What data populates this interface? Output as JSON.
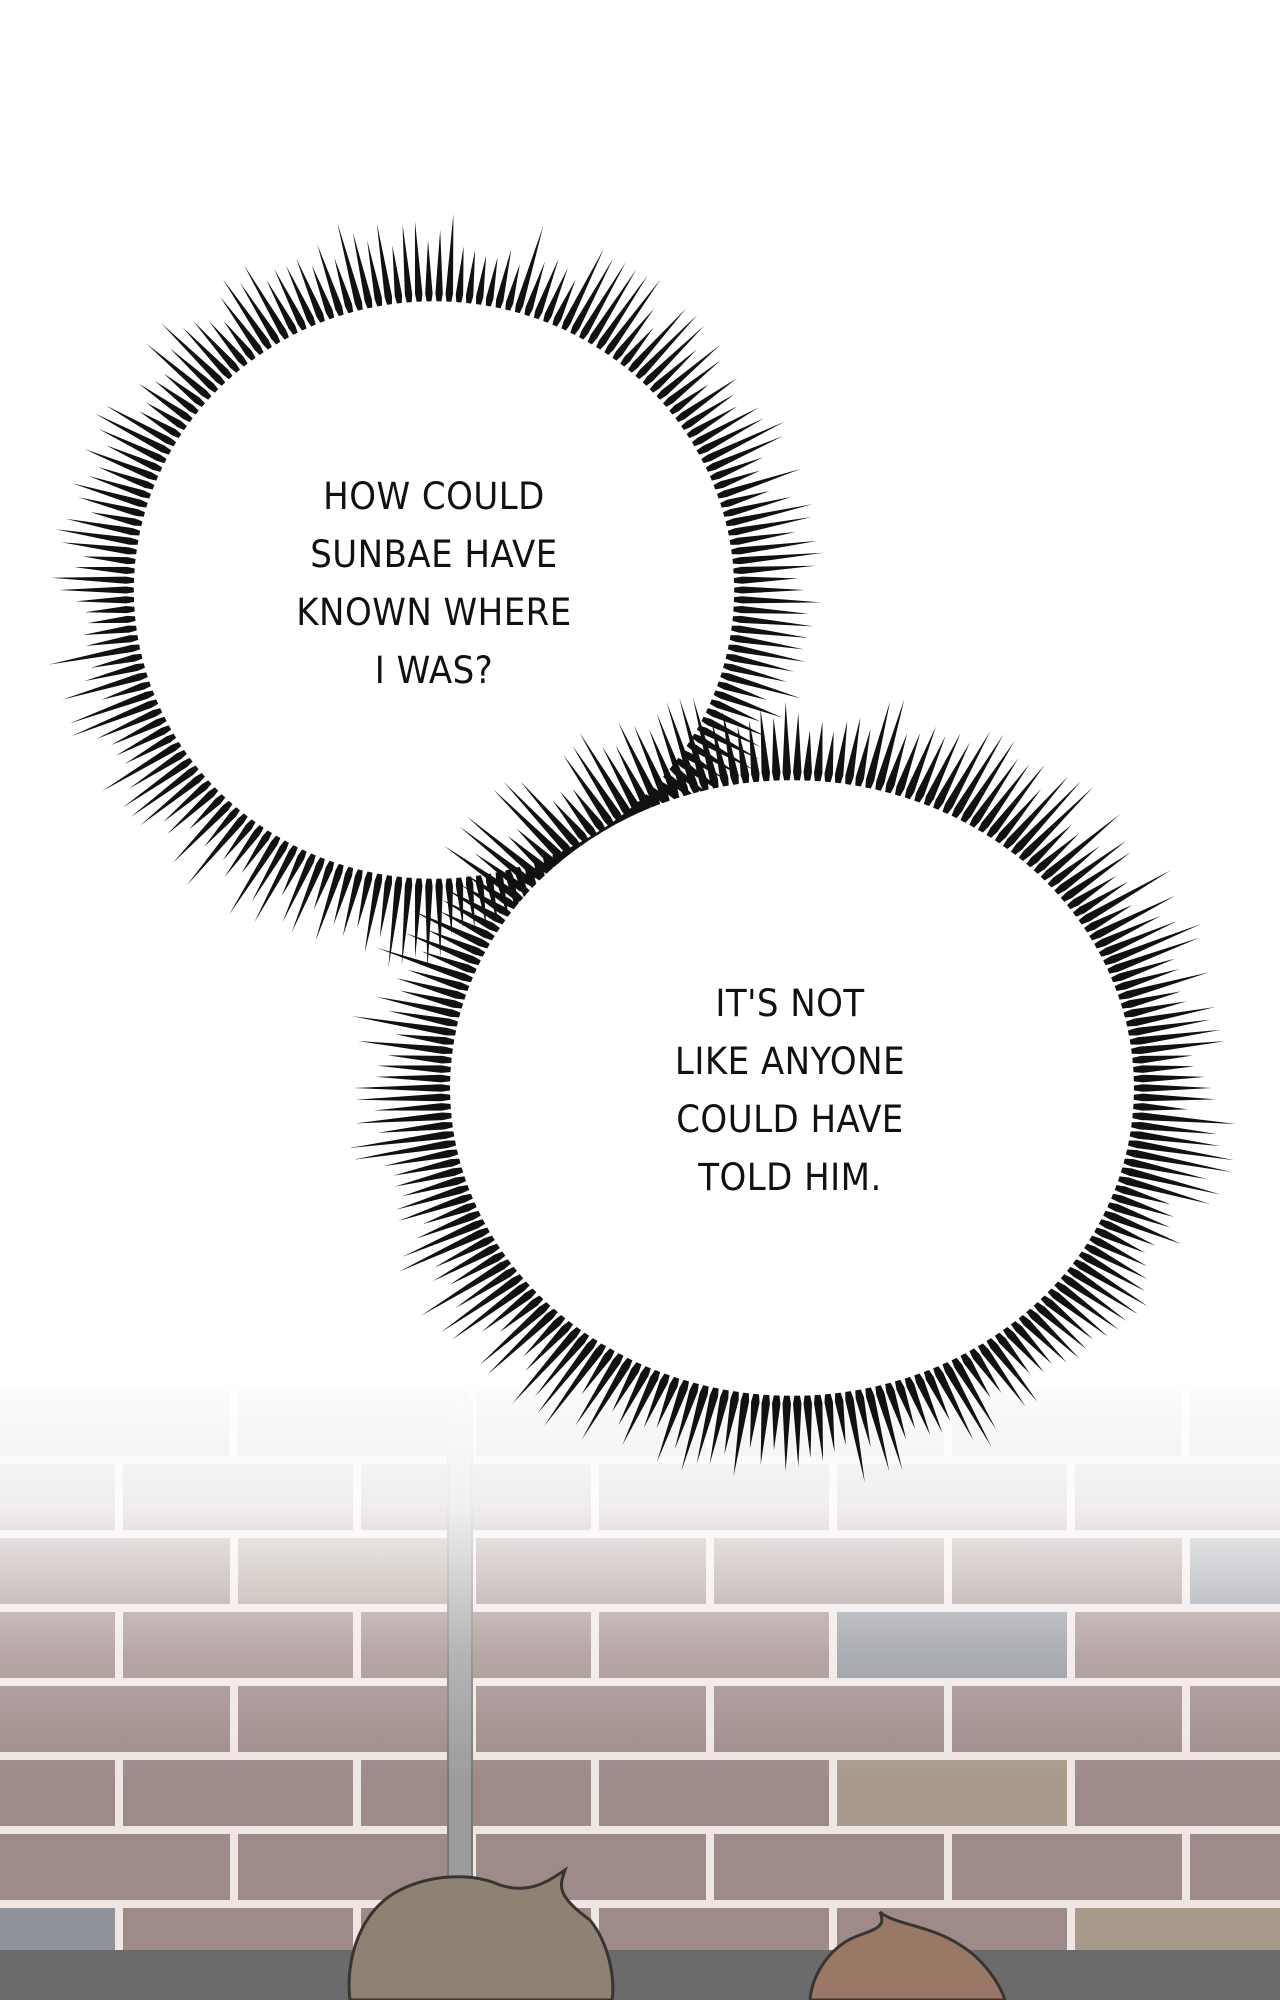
{
  "bubbles": [
    {
      "lines": [
        "HOW COULD",
        "SUNBAE HAVE",
        "KNOWN WHERE",
        "I WAS?"
      ]
    },
    {
      "lines": [
        "IT'S NOT",
        "LIKE ANYONE",
        "COULD HAVE",
        "TOLD HIM."
      ]
    }
  ],
  "colors": {
    "spike": "#111111",
    "mortar": "#efe6e4",
    "brick": "#9e8a88",
    "brick_blue": "#8f9299",
    "brick_tan": "#a79a8a",
    "pole": "#9a9a9a",
    "floor": "#6b6b6b",
    "hair_left": "#8e8272",
    "hair_right": "#9a7866"
  }
}
